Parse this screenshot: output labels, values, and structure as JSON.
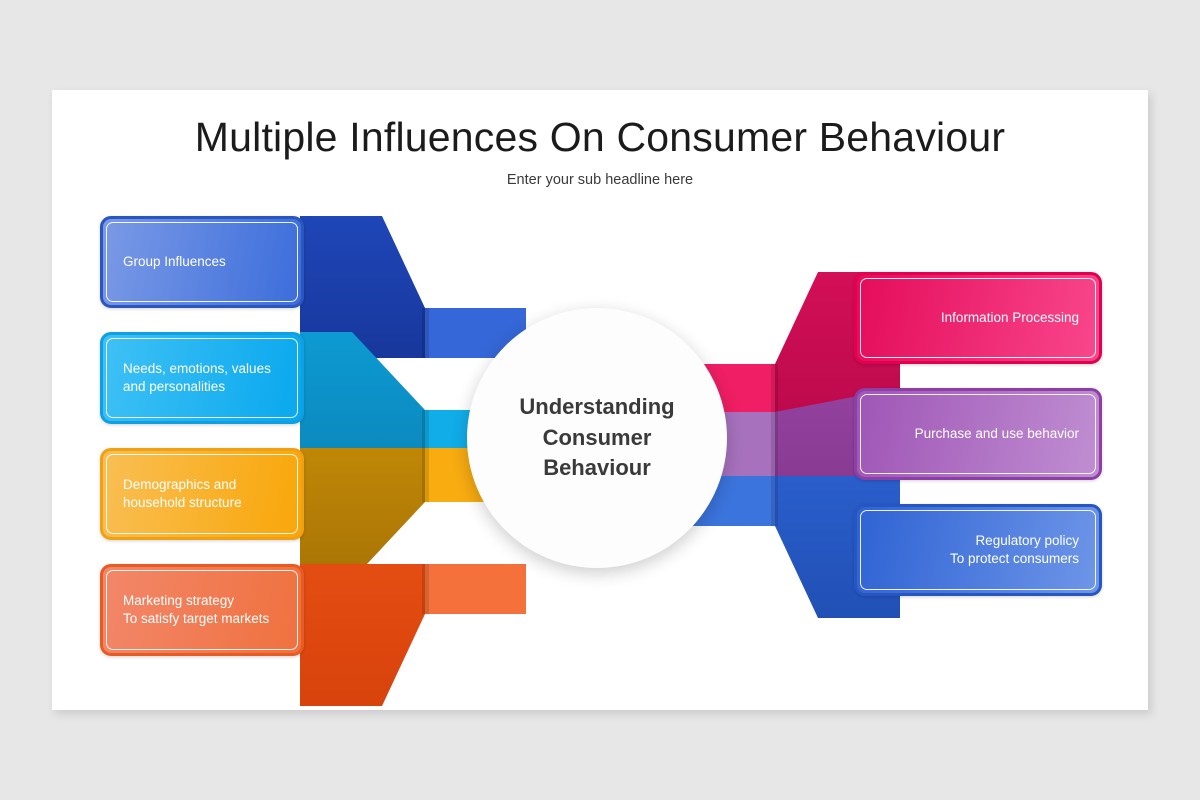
{
  "background_color": "#e8e7e7",
  "slide": {
    "background_color": "#ffffff",
    "title": "Multiple Influences On Consumer Behaviour",
    "subtitle": "Enter your sub headline here"
  },
  "hub": {
    "text": "Understanding\nConsumer\nBehaviour",
    "fill_color": "#fdfdfd",
    "text_color": "#3a3a3a"
  },
  "diagram": {
    "type": "converging-arrows",
    "left_items": [
      {
        "label": "Group Influences",
        "color": "#4171d6",
        "gradient_from": "#7b9ae6",
        "gradient_to": "#3b6ddb",
        "border_color": "#2b56bd",
        "ribbon_dark": "#1f46b8",
        "ribbon_light": "#3567d8"
      },
      {
        "label": "Needs, emotions, values\nand personalities",
        "color": "#22b0f0",
        "gradient_from": "#3fc1f5",
        "gradient_to": "#09a8ee",
        "border_color": "#0f9fe3",
        "ribbon_dark": "#0b8fc4",
        "ribbon_light": "#10ade9"
      },
      {
        "label": "Demographics and\nhousehold structure",
        "color": "#f8a81c",
        "gradient_from": "#f9bf54",
        "gradient_to": "#f9a608",
        "border_color": "#f0a013",
        "ribbon_dark": "#bb8005",
        "ribbon_light": "#f8ac10"
      },
      {
        "label": "Marketing strategy\nTo satisfy target markets",
        "color": "#f2713b",
        "gradient_from": "#f2876a",
        "gradient_to": "#f0713e",
        "border_color": "#e85b22",
        "ribbon_dark": "#e04a10",
        "ribbon_light": "#f4713c"
      }
    ],
    "right_items": [
      {
        "label": "Information Processing",
        "color": "#f01e64",
        "gradient_from": "#e40c5b",
        "gradient_to": "#f9478b",
        "border_color": "#e3004f",
        "ribbon_dark": "#c80a50",
        "ribbon_light": "#f01e64"
      },
      {
        "label": "Purchase and use behavior",
        "color": "#a35bb8",
        "gradient_from": "#9f56b6",
        "gradient_to": "#c08ed2",
        "border_color": "#8e3fa6",
        "ribbon_dark": "#8b3f9f",
        "ribbon_light": "#a771bd"
      },
      {
        "label": "Regulatory policy\nTo protect consumers",
        "color": "#3b74dd",
        "gradient_from": "#2f63d4",
        "gradient_to": "#6e96e8",
        "border_color": "#2656c2",
        "ribbon_dark": "#1f4fbd",
        "ribbon_light": "#3b74dd"
      }
    ]
  }
}
